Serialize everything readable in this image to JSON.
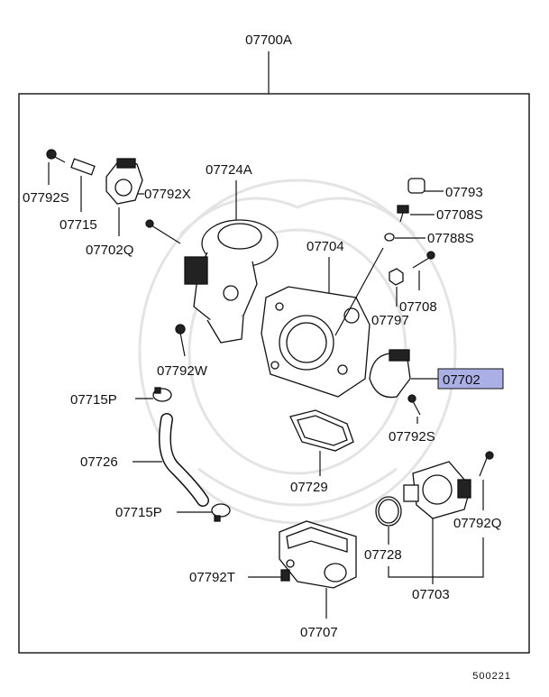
{
  "assembly": {
    "code": "07700A"
  },
  "parts": {
    "p07793": "07793",
    "p07708S": "07708S",
    "p07788S": "07788S",
    "p07704": "07704",
    "p07724A": "07724A",
    "p07792X": "07792X",
    "p07792S_top": "07792S",
    "p07715": "07715",
    "p07702Q": "07702Q",
    "p07708": "07708",
    "p07797": "07797",
    "p07792W": "07792W",
    "p07715P_top": "07715P",
    "p07702": "07702",
    "p07792S_right": "07792S",
    "p07726": "07726",
    "p07729": "07729",
    "p07715P_bottom": "07715P",
    "p07792Q": "07792Q",
    "p07728": "07728",
    "p07703": "07703",
    "p07792T": "07792T",
    "p07707": "07707"
  },
  "highlight": {
    "color": "#aab0e6",
    "part": "07702"
  },
  "footer": {
    "code": "500221"
  }
}
